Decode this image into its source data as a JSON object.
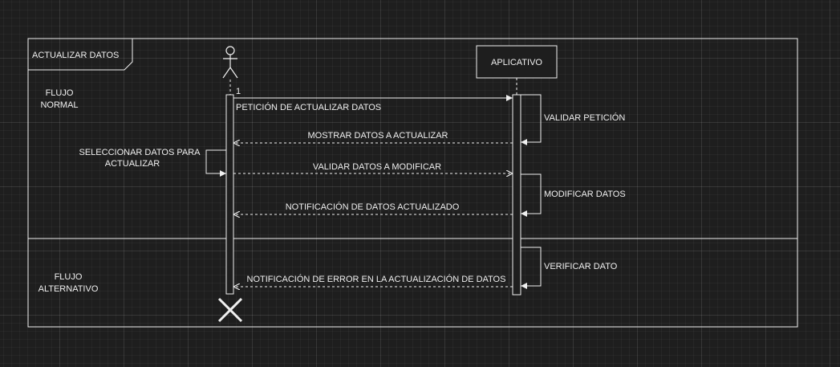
{
  "frame": {
    "title": "ACTUALIZAR DATOS"
  },
  "participants": {
    "app": "APLICATIVO"
  },
  "fragments": {
    "normal": [
      "FLUJO",
      "NORMAL"
    ],
    "alternative": [
      "FLUJO",
      "ALTERNATIVO"
    ]
  },
  "messages": {
    "sequence_number": "1",
    "request": "PETICIÓN DE ACTUALIZAR DATOS",
    "validate_request": "VALIDAR PETICIÓN",
    "show_data": "MOSTRAR DATOS A ACTUALIZAR",
    "select_data": [
      "SELECCIONAR DATOS PARA",
      "ACTUALIZAR"
    ],
    "validate_data": "VALIDAR DATOS A MODIFICAR",
    "modify_data": "MODIFICAR DATOS",
    "update_notification": "NOTIFICACIÓN DE DATOS ACTUALIZADO",
    "verify_data": "VERIFICAR DATO",
    "error_notification": "NOTIFICACIÓN DE ERROR EN LA ACTUALIZACIÓN DE DATOS"
  },
  "colors": {
    "background": "#1e1e1e",
    "line": "#f0f0f0"
  }
}
